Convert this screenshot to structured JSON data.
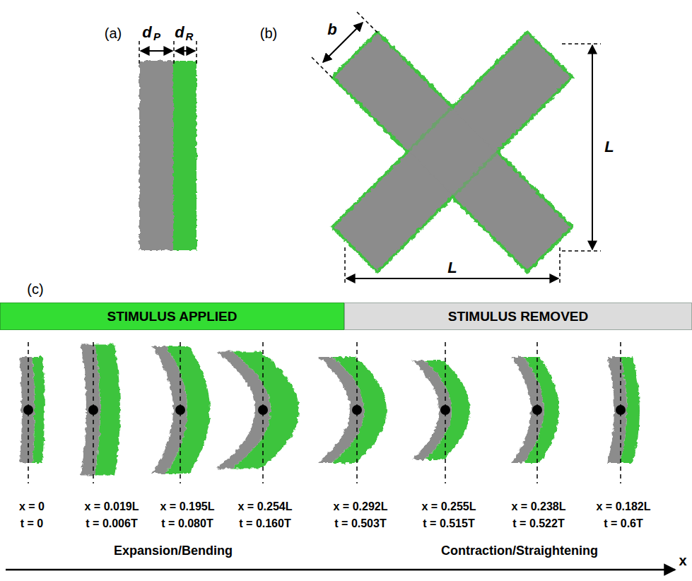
{
  "diagram": {
    "nodes": [
      {
        "text": [
          "STIMULUS APPLIED"
        ]
      },
      {
        "text": [
          "STIMULUS REMOVED"
        ]
      }
    ],
    "labels": [
      "(a)",
      "d",
      "P",
      "d",
      "R",
      "(b)",
      "b",
      "L",
      "L",
      "(c)",
      "x = 0",
      "t = 0",
      "x = 0.019L",
      "t = 0.006T",
      "x = 0.195L",
      "t = 0.080T",
      "x = 0.254L",
      "t = 0.160T",
      "x = 0.292L",
      "t = 0.503T",
      "x = 0.255L",
      "t = 0.515T",
      "x = 0.238L",
      "t = 0.522T",
      "x = 0.182L",
      "t = 0.6T",
      "Expansion/Bending",
      "Contraction/Straightening",
      "x"
    ]
  }
}
